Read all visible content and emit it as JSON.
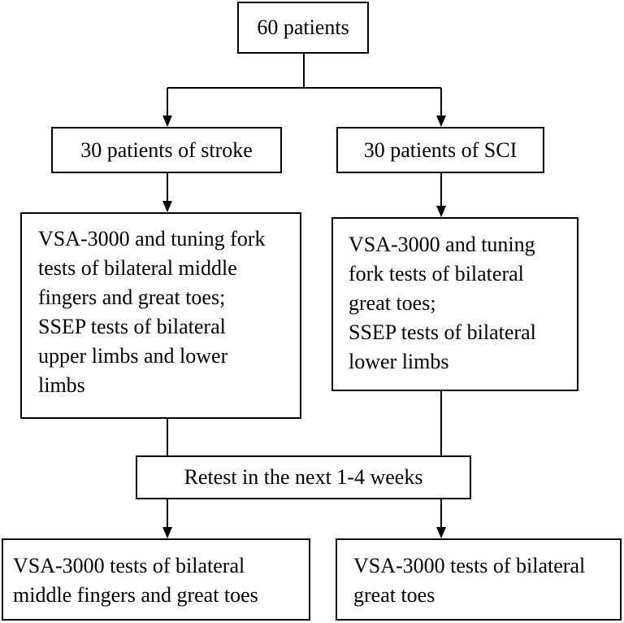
{
  "diagram": {
    "top": {
      "label": "60 patients"
    },
    "left_group": {
      "label": "30  patients of stroke"
    },
    "right_group": {
      "label": "30  patients of SCI"
    },
    "left_tests": {
      "lines": [
        "VSA-3000 and tuning fork",
        "tests of bilateral middle",
        "fingers and great toes;",
        "SSEP tests of bilateral",
        "upper limbs and lower",
        "limbs"
      ]
    },
    "right_tests": {
      "lines": [
        "VSA-3000 and tuning",
        "fork tests of bilateral",
        "great toes;",
        "SSEP tests of bilateral",
        "lower limbs"
      ]
    },
    "retest": {
      "label": "Retest in the next 1-4 weeks"
    },
    "left_final": {
      "lines": [
        "VSA-3000 tests of bilateral",
        "middle fingers and great toes"
      ]
    },
    "right_final": {
      "lines": [
        "VSA-3000 tests of bilateral",
        "great toes"
      ]
    }
  }
}
